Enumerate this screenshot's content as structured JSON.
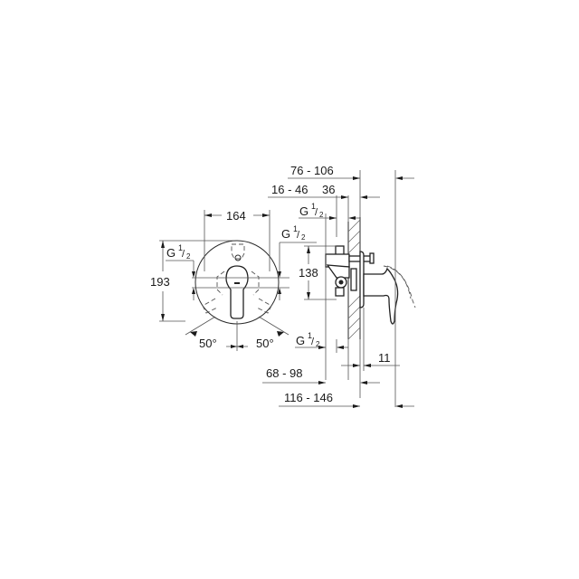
{
  "drawing": {
    "type": "technical-dimension-drawing",
    "subject": "single-lever concealed bath/shower mixer trim",
    "front_view": {
      "width_label": "164",
      "height_label": "193",
      "inlet_label_left": {
        "g": "G",
        "num": "1",
        "den": "2"
      },
      "inlet_label_right": {
        "g": "G",
        "num": "1",
        "den": "2"
      },
      "angle_left": "50°",
      "angle_right": "50°"
    },
    "side_view": {
      "dim_76_106": "76 - 106",
      "dim_16_46": "16 - 46",
      "dim_36": "36",
      "inlet_top": {
        "g": "G",
        "num": "1",
        "den": "2"
      },
      "inlet_bottom": {
        "g": "G",
        "num": "1",
        "den": "2"
      },
      "dim_138": "138",
      "dim_11": "11",
      "dim_68_98": "68 - 98",
      "dim_116_146": "116 - 146"
    }
  }
}
